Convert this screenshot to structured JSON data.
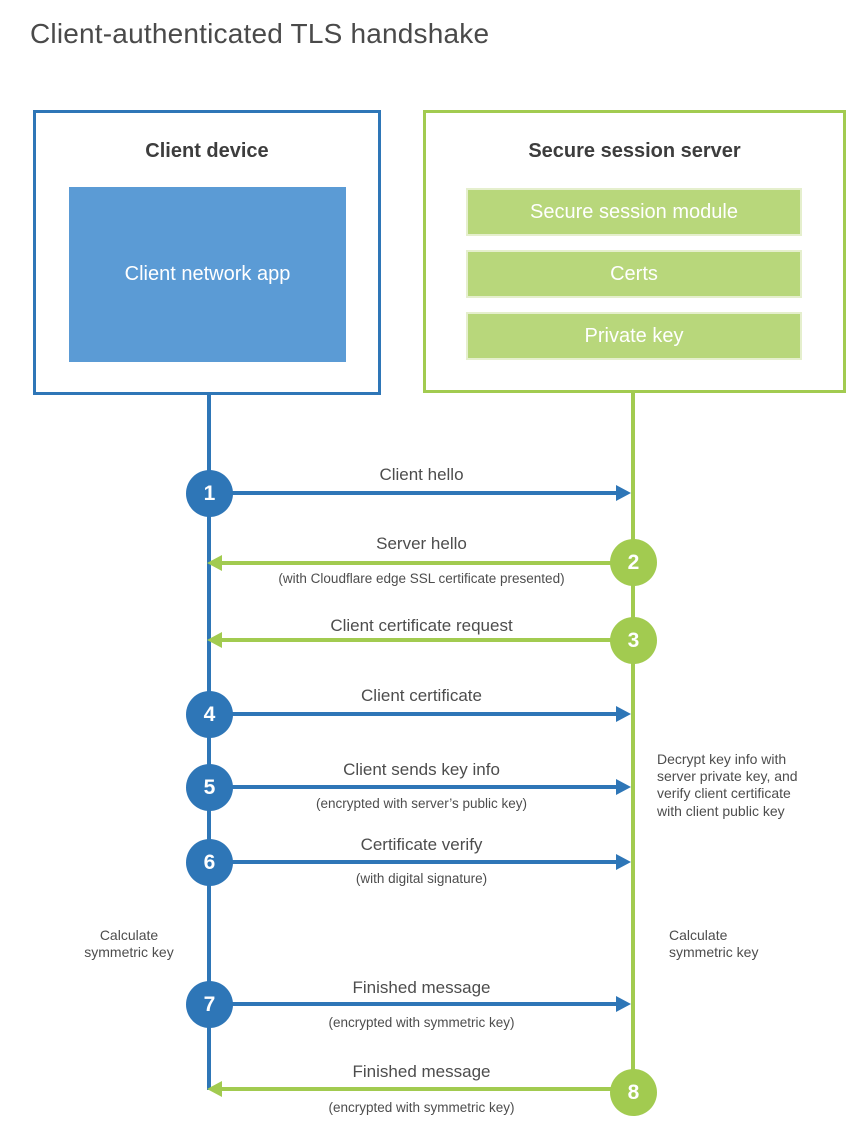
{
  "title": "Client-authenticated TLS handshake",
  "client": {
    "title": "Client device",
    "app_label": "Client network app"
  },
  "server": {
    "title": "Secure session server",
    "modules": [
      "Secure session module",
      "Certs",
      "Private key"
    ]
  },
  "steps": [
    {
      "num": "1",
      "actor": "client",
      "direction": "right",
      "label": "Client hello",
      "sublabel": ""
    },
    {
      "num": "2",
      "actor": "server",
      "direction": "left",
      "label": "Server hello",
      "sublabel": "(with Cloudflare edge SSL certificate presented)"
    },
    {
      "num": "3",
      "actor": "server",
      "direction": "left",
      "label": "Client certificate request",
      "sublabel": ""
    },
    {
      "num": "4",
      "actor": "client",
      "direction": "right",
      "label": "Client certificate",
      "sublabel": ""
    },
    {
      "num": "5",
      "actor": "client",
      "direction": "right",
      "label": "Client sends key info",
      "sublabel": "(encrypted with server’s public key)"
    },
    {
      "num": "6",
      "actor": "client",
      "direction": "right",
      "label": "Certificate verify",
      "sublabel": "(with digital signature)"
    },
    {
      "num": "7",
      "actor": "client",
      "direction": "right",
      "label": "Finished message",
      "sublabel": "(encrypted with symmetric key)"
    },
    {
      "num": "8",
      "actor": "server",
      "direction": "left",
      "label": "Finished message",
      "sublabel": "(encrypted with symmetric key)"
    }
  ],
  "notes": {
    "decrypt": "Decrypt key info with\nserver private key, and\nverify client certificate\nwith client public key",
    "calc_client": "Calculate\nsymmetric key",
    "calc_server": "Calculate\nsymmetric key"
  },
  "colors": {
    "blue": "#2e76b7",
    "blue_light": "#5b9bd5",
    "green": "#a2cb50",
    "green_light": "#b8d77b",
    "text": "#4d4d4d"
  }
}
